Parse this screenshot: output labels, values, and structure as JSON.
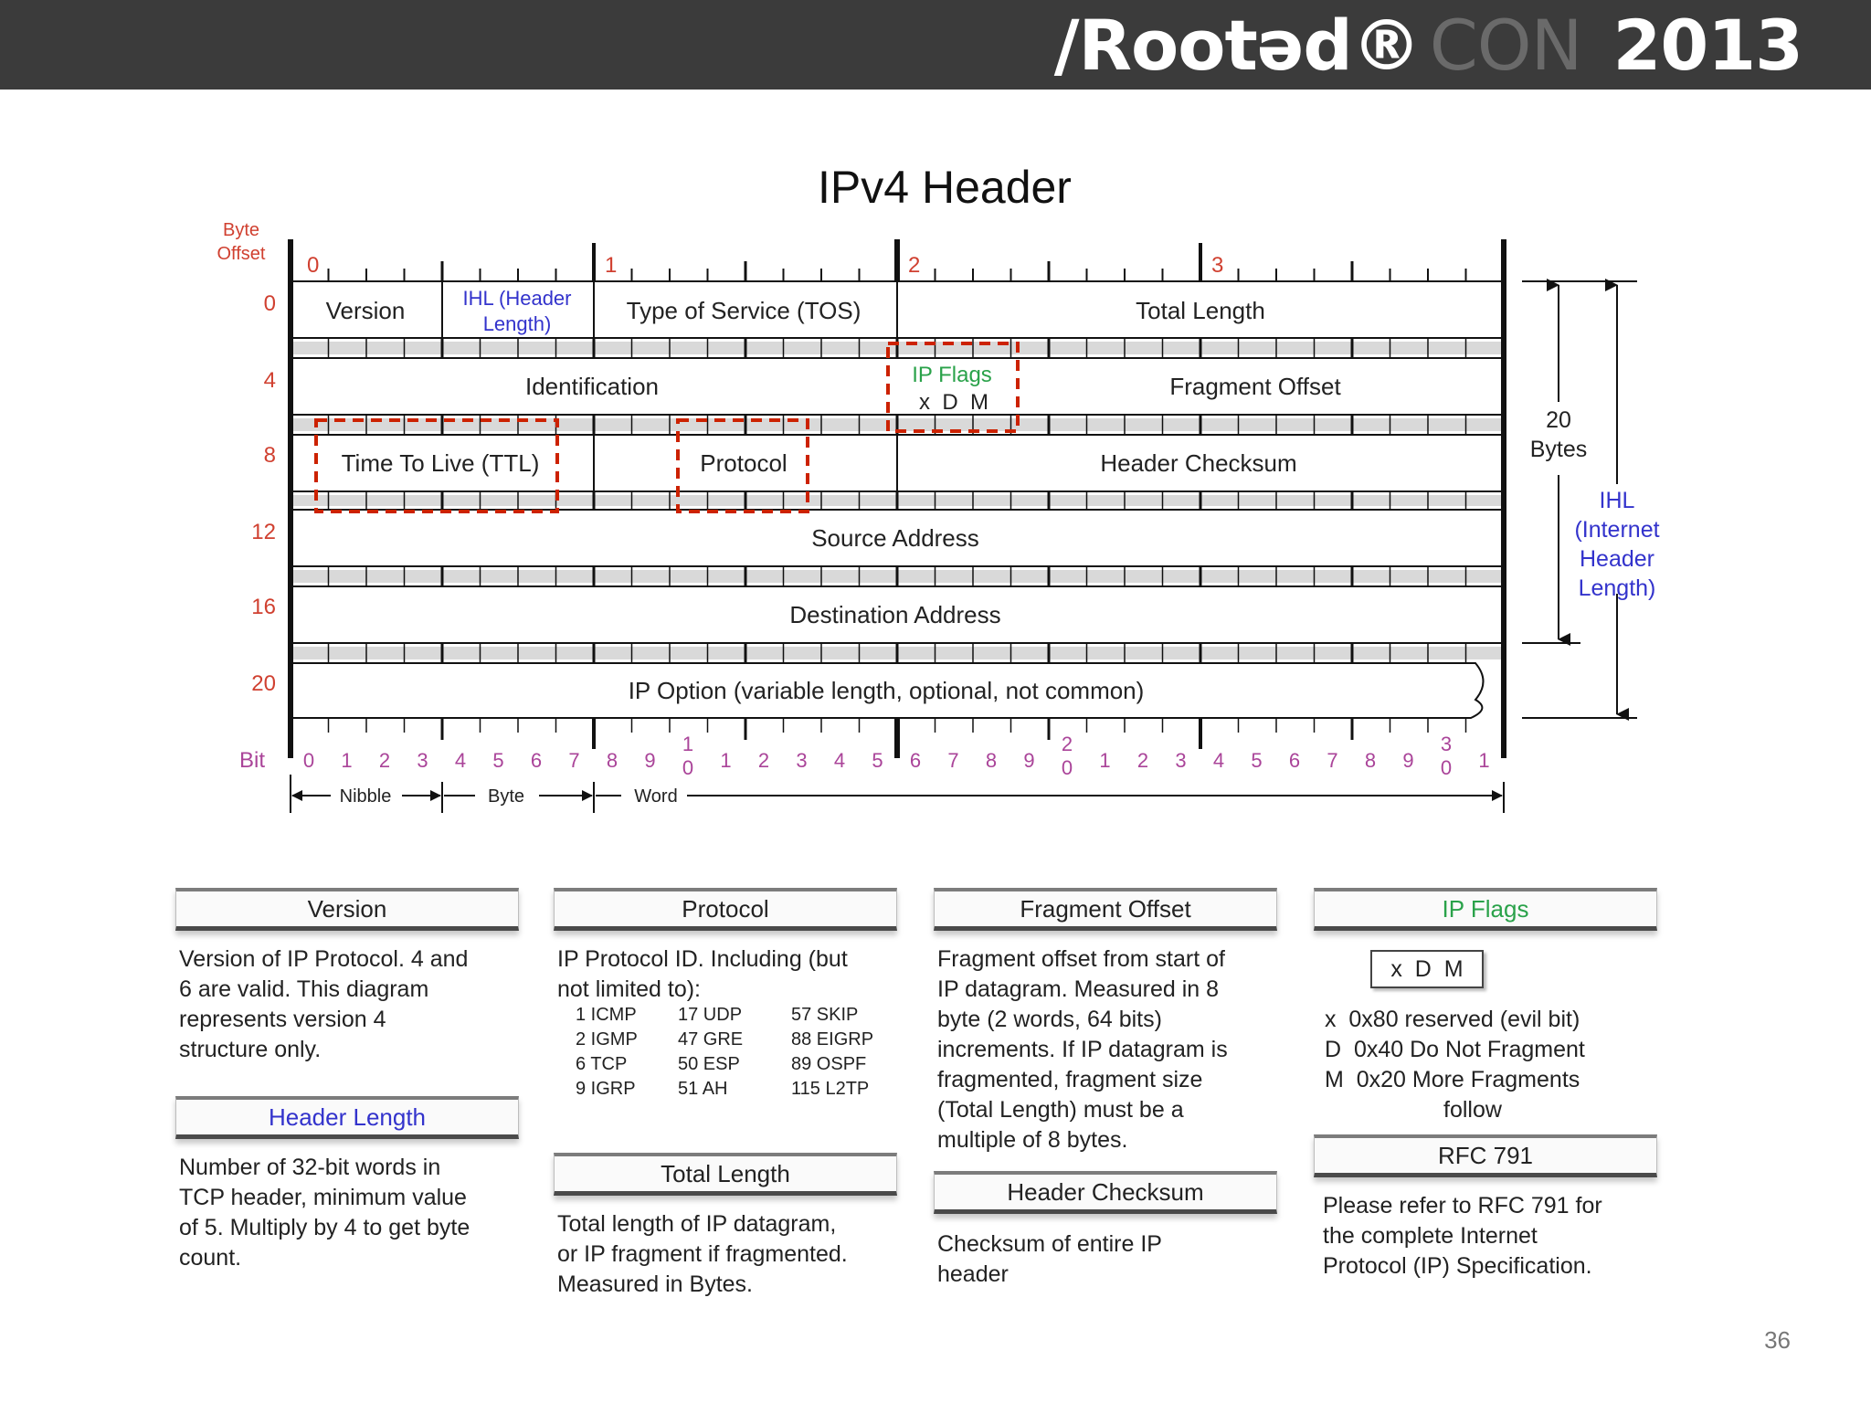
{
  "header": {
    "logo_main": "/Rootəd®",
    "logo_con": "CON",
    "logo_year": "2013"
  },
  "diagram": {
    "title": "IPv4 Header",
    "byte_offset_label": "Byte\nOffset",
    "byte_offset_line1": "Byte",
    "byte_offset_line2": "Offset",
    "byte_markers": [
      "0",
      "1",
      "2",
      "3"
    ],
    "row_offsets": [
      "0",
      "4",
      "8",
      "12",
      "16",
      "20"
    ],
    "fields": {
      "version": "Version",
      "ihl_line1": "IHL (Header",
      "ihl_line2": "Length)",
      "tos": "Type of Service (TOS)",
      "total_length": "Total Length",
      "identification": "Identification",
      "ip_flags": "IP Flags",
      "flag_bits": "x  D  M",
      "fragment_offset": "Fragment Offset",
      "ttl": "Time To Live (TTL)",
      "protocol": "Protocol",
      "header_checksum": "Header Checksum",
      "source_address": "Source Address",
      "destination_address": "Destination Address",
      "ip_option": "IP Option (variable length, optional, not common)"
    },
    "bit_label": "Bit",
    "bit_numbers": [
      "0",
      "1",
      "2",
      "3",
      "4",
      "5",
      "6",
      "7",
      "8",
      "9",
      "1\n0",
      "1",
      "2",
      "3",
      "4",
      "5",
      "6",
      "7",
      "8",
      "9",
      "2\n0",
      "1",
      "2",
      "3",
      "4",
      "5",
      "6",
      "7",
      "8",
      "9",
      "3\n0",
      "1"
    ],
    "scale": {
      "nibble": "Nibble",
      "byte": "Byte",
      "word": "Word"
    },
    "size_20_bytes_line1": "20",
    "size_20_bytes_line2": "Bytes",
    "ihl_side": [
      "IHL",
      "(Internet",
      "Header",
      "Length)"
    ]
  },
  "legend": {
    "version": {
      "title": "Version",
      "lines": [
        "Version of IP Protocol.  4 and",
        "6 are valid.  This diagram",
        "represents version 4",
        "structure only."
      ]
    },
    "header_length": {
      "title": "Header Length",
      "lines": [
        "Number of 32-bit words in",
        "TCP header, minimum value",
        "of 5.  Multiply by 4 to get byte",
        "count."
      ]
    },
    "protocol": {
      "title": "Protocol",
      "lines": [
        "IP Protocol ID.  Including (but",
        "not limited to):"
      ],
      "table": [
        [
          "1 ICMP",
          "17 UDP",
          "57 SKIP"
        ],
        [
          "2 IGMP",
          "47 GRE",
          "88 EIGRP"
        ],
        [
          "6 TCP",
          "50 ESP",
          "89 OSPF"
        ],
        [
          "9 IGRP",
          "51 AH",
          "115 L2TP"
        ]
      ]
    },
    "total_length": {
      "title": "Total Length",
      "lines": [
        "Total length of IP datagram,",
        "or IP fragment if fragmented.",
        "Measured in Bytes."
      ]
    },
    "fragment_offset": {
      "title": "Fragment Offset",
      "lines": [
        "Fragment offset from start of",
        "IP datagram.  Measured in 8",
        "byte (2 words, 64 bits)",
        "increments.  If IP datagram is",
        "fragmented, fragment size",
        "(Total Length) must be a",
        "multiple of 8 bytes."
      ]
    },
    "header_checksum": {
      "title": "Header Checksum",
      "lines": [
        "Checksum of entire IP",
        "header"
      ]
    },
    "ip_flags": {
      "title": "IP Flags",
      "box": "x  D  M",
      "lines": [
        "x  0x80 reserved (evil bit)",
        "D  0x40 Do Not Fragment",
        "M  0x20 More Fragments",
        "follow"
      ]
    },
    "rfc": {
      "title": "RFC 791",
      "lines": [
        "Please refer to RFC 791 for",
        "the complete Internet",
        "Protocol (IP) Specification."
      ]
    }
  },
  "page_number": "36",
  "colors": {
    "bar": "#3b3b3b",
    "highlight": "#cc2200",
    "blue_text": "#3333cc",
    "green_text": "#2aa24a",
    "magenta_text": "#aa4499",
    "offset_text": "#d04030"
  }
}
